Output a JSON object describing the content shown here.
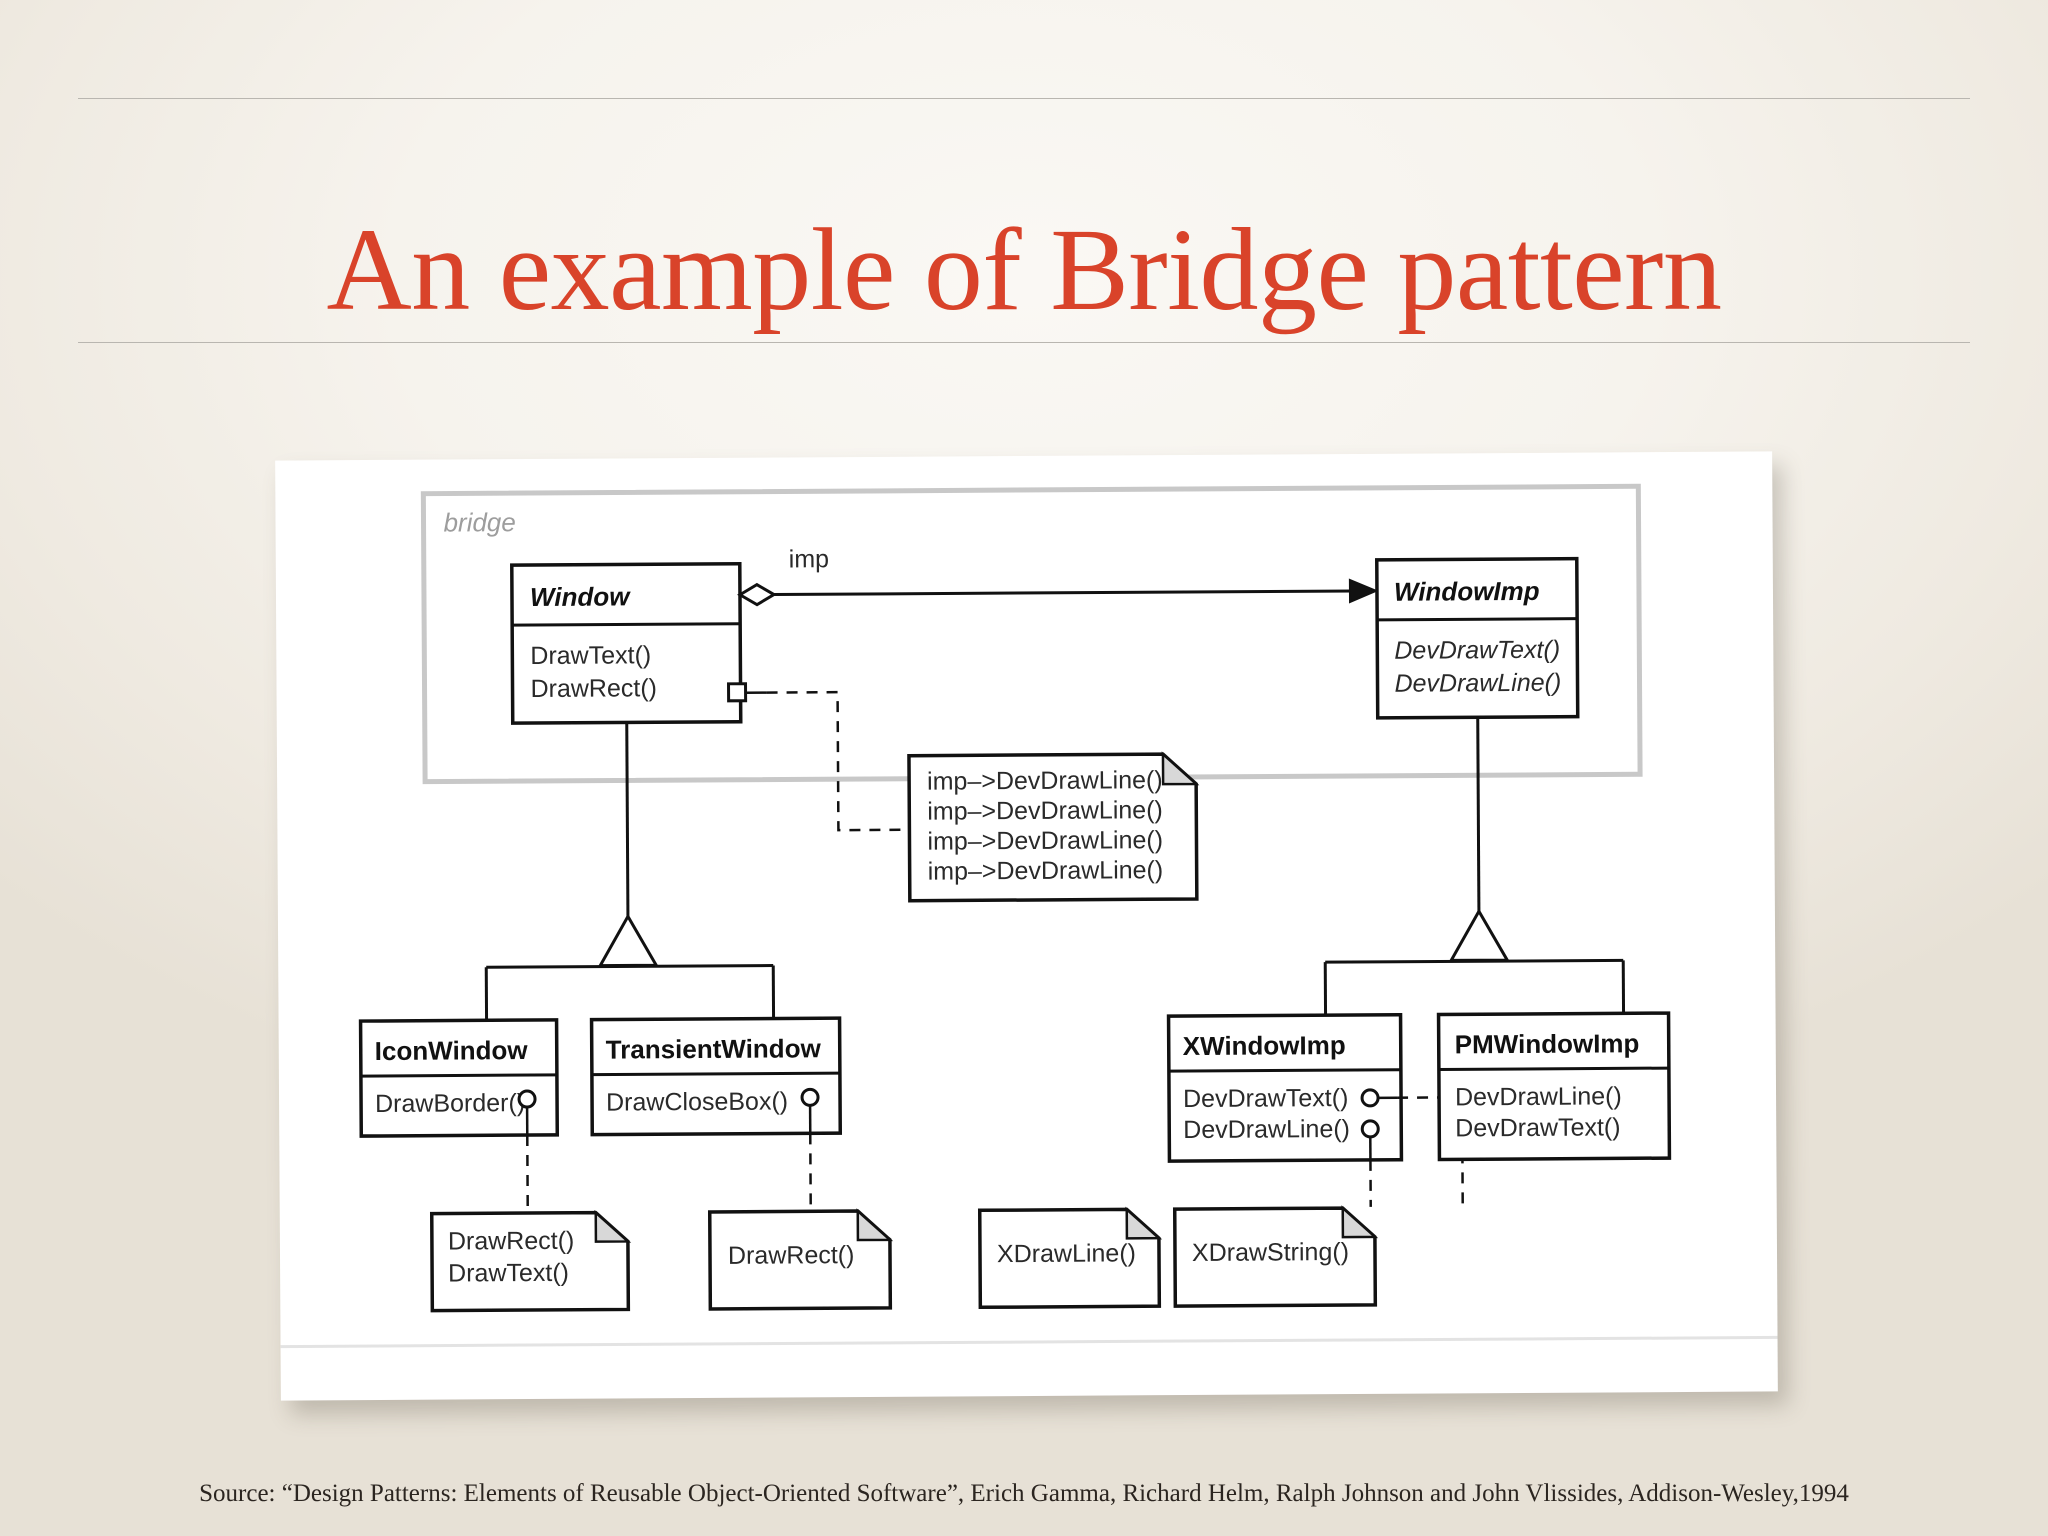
{
  "slide": {
    "title": "An example of Bridge pattern",
    "accent_color": "#d9432a",
    "background_color": "#f5f2ec",
    "source_note": "Source: “Design Patterns: Elements of Reusable Object-Oriented Software”, Erich Gamma, Richard Helm, Ralph Johnson and John Vlissides, Addison-Wesley,1994"
  },
  "diagram": {
    "type": "uml-class-diagram",
    "package_label": "bridge",
    "association_label": "imp",
    "classes": [
      {
        "id": "window",
        "name": "Window",
        "abstract": true,
        "operations": [
          "DrawText()",
          "DrawRect()"
        ]
      },
      {
        "id": "windowimp",
        "name": "WindowImp",
        "abstract": true,
        "operations": [
          "DevDrawText()",
          "DevDrawLine()"
        ]
      },
      {
        "id": "iconwindow",
        "name": "IconWindow",
        "abstract": false,
        "operations": [
          "DrawBorder()"
        ]
      },
      {
        "id": "transientwindow",
        "name": "TransientWindow",
        "abstract": false,
        "operations": [
          "DrawCloseBox()"
        ]
      },
      {
        "id": "xwindowimp",
        "name": "XWindowImp",
        "abstract": false,
        "operations": [
          "DevDrawText()",
          "DevDrawLine()"
        ]
      },
      {
        "id": "pmwindowimp",
        "name": "PMWindowImp",
        "abstract": false,
        "operations": [
          "DevDrawLine()",
          "DevDrawText()"
        ]
      }
    ],
    "notes": [
      {
        "id": "note-drawrect-window",
        "lines": [
          "imp–>DevDrawLine()",
          "imp–>DevDrawLine()",
          "imp–>DevDrawLine()",
          "imp–>DevDrawLine()"
        ]
      },
      {
        "id": "note-iconwindow",
        "lines": [
          "DrawRect()",
          "DrawText()"
        ]
      },
      {
        "id": "note-transientwindow",
        "lines": [
          "DrawRect()"
        ]
      },
      {
        "id": "note-xwindowimp",
        "lines": [
          "XDrawLine()"
        ]
      },
      {
        "id": "note-pmwindowimp",
        "lines": [
          "XDrawString()"
        ]
      }
    ],
    "relations": [
      {
        "from": "window",
        "to": "windowimp",
        "kind": "aggregation",
        "label": "imp"
      },
      {
        "from": "iconwindow",
        "to": "window",
        "kind": "generalization"
      },
      {
        "from": "transientwindow",
        "to": "window",
        "kind": "generalization"
      },
      {
        "from": "xwindowimp",
        "to": "windowimp",
        "kind": "generalization"
      },
      {
        "from": "pmwindowimp",
        "to": "windowimp",
        "kind": "generalization"
      }
    ]
  }
}
